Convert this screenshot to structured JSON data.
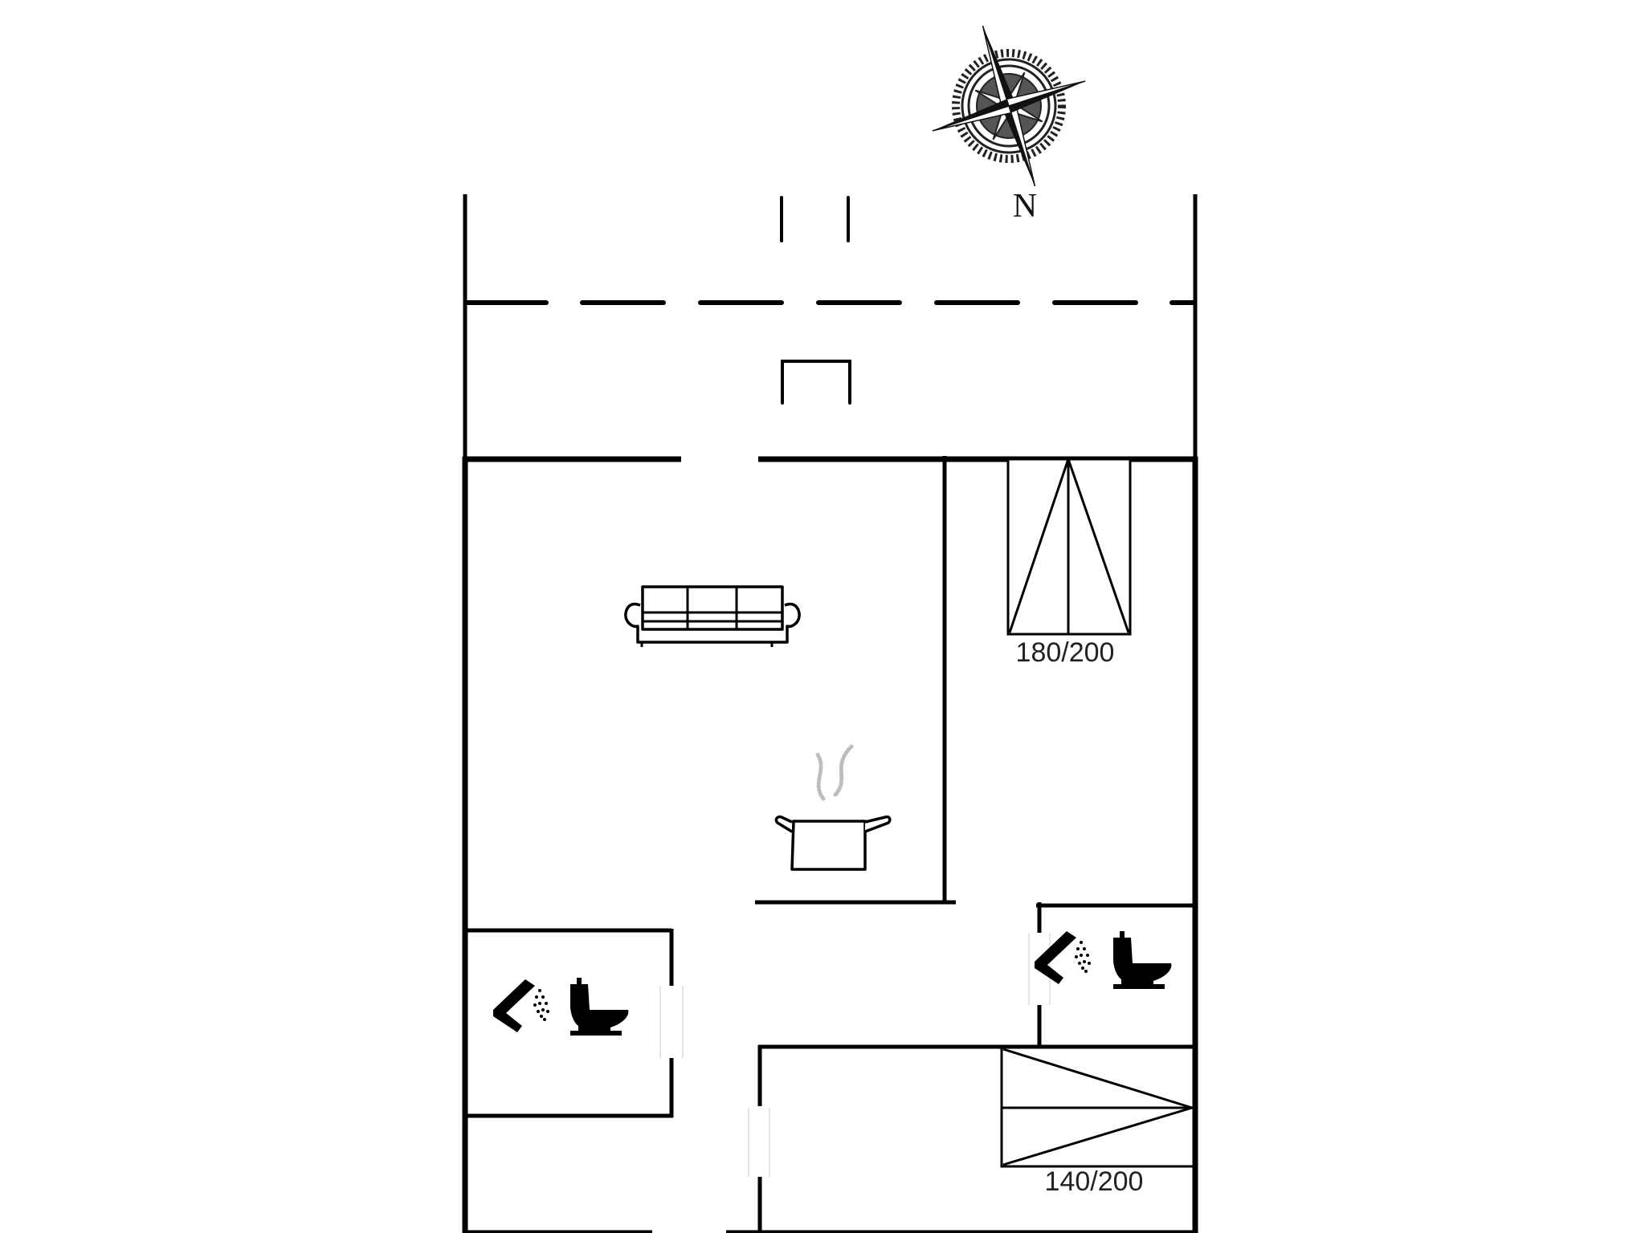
{
  "plan": {
    "type": "floor-plan",
    "compass": {
      "icon": "compass-rose-icon",
      "label": "N"
    },
    "rooms": [
      {
        "name": "terrace",
        "icon": null
      },
      {
        "name": "living-room",
        "icon": "sofa-icon"
      },
      {
        "name": "kitchen",
        "icon": "cooking-pot-icon"
      },
      {
        "name": "bedroom-1",
        "icon": "double-bed-icon",
        "bed_size": "180/200"
      },
      {
        "name": "bathroom-1",
        "icons": [
          "shower-icon",
          "toilet-icon"
        ]
      },
      {
        "name": "bathroom-2",
        "icons": [
          "shower-icon",
          "toilet-icon"
        ]
      },
      {
        "name": "bedroom-2",
        "icon": "double-bed-icon",
        "bed_size": "140/200"
      }
    ],
    "beds": {
      "bed1_label": "180/200",
      "bed2_label": "140/200"
    },
    "colors": {
      "walls": "#000000",
      "background": "#ffffff",
      "text": "#222222",
      "steam": "#bdbdbd"
    }
  }
}
